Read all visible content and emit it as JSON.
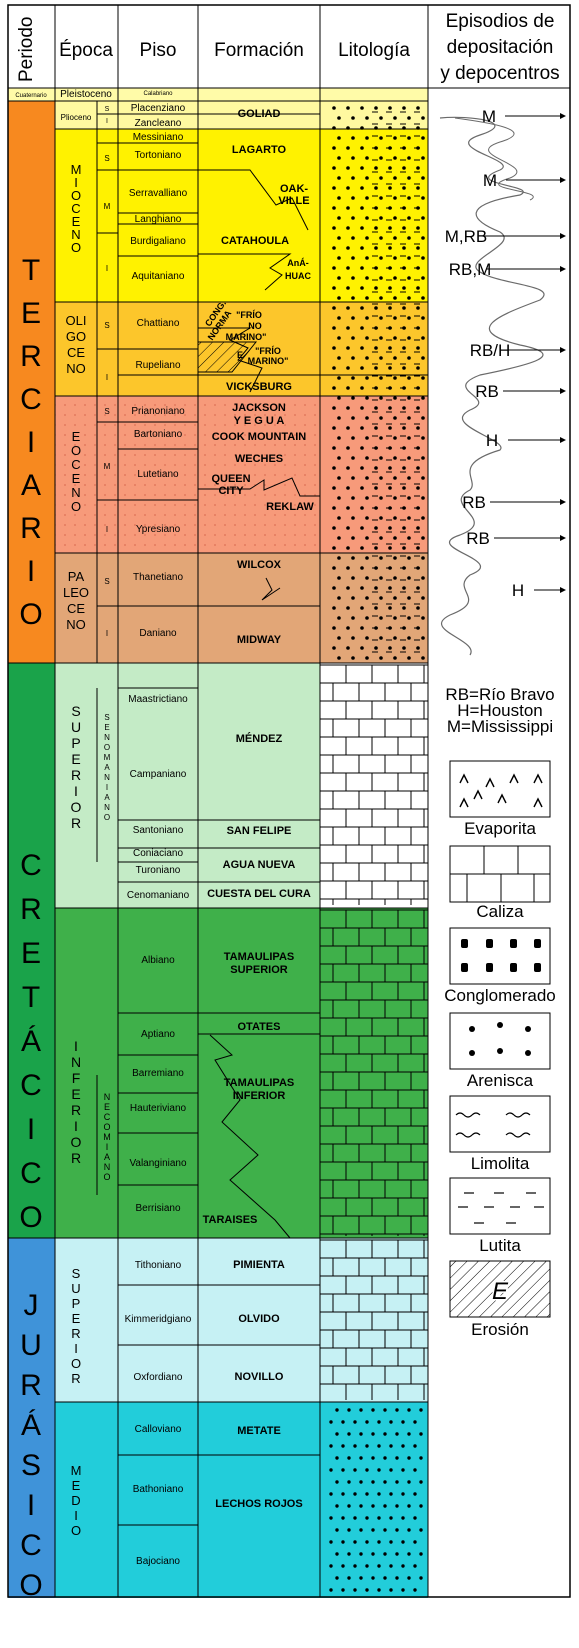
{
  "header": {
    "periodo": "Periodo",
    "epoca": "Época",
    "piso": "Piso",
    "formacion": "Formación",
    "litologia": "Litología",
    "episodios": [
      "Episodios de",
      "depositación",
      "y depocentros"
    ]
  },
  "periods": [
    "Cuaternario",
    "TERCIARIO",
    "CRETÁCICO",
    "JURÁSICO"
  ],
  "epochs": [
    "Pleistoceno",
    "Plioceno",
    "MIOCENO",
    "OLIGOCENO",
    "EOCENO",
    "PALEOCENO",
    "SUPERIOR",
    "INFERIOR",
    "SUPERIOR",
    "MEDIO"
  ],
  "subepochs": [
    "S",
    "I",
    "S",
    "M",
    "I",
    "S",
    "I",
    "S",
    "M",
    "I",
    "S",
    "I",
    "SENOMANIANO",
    "NECOMIANO"
  ],
  "pisos": [
    "Calabriano",
    "Placenziano",
    "Zancleano",
    "Messiniano",
    "Tortoniano",
    "Serravalliano",
    "Langhiano",
    "Burdigaliano",
    "Aquitaniano",
    "Chattiano",
    "Rupeliano",
    "Prianoniano",
    "Bartoniano",
    "Lutetiano",
    "Ypresiano",
    "Thanetiano",
    "Daniano",
    "Maastrictiano",
    "Campaniano",
    "Santoniano",
    "Coniaciano",
    "Turoniano",
    "Cenomaniano",
    "Albiano",
    "Aptiano",
    "Barremiano",
    "Hauteriviano",
    "Valanginiano",
    "Berrisiano",
    "Tithoniano",
    "Kimmeridgiano",
    "Oxfordiano",
    "Calloviano",
    "Bathoniano",
    "Bajociano"
  ],
  "formations": [
    "GOLIAD",
    "LAGARTO",
    "OAK-",
    "VILLE",
    "CATAHOULA",
    "AnÁ-",
    "HUAC",
    "CONG.",
    "NORMA",
    "\"FRÍO",
    "NO",
    "MARINO\"",
    "\"FRÍO",
    "MARINO\"",
    "E",
    "VICKSBURG",
    "JACKSON",
    "Y E G U A",
    "COOK MOUNTAIN",
    "WECHES",
    "QUEEN",
    "CITY",
    "REKLAW",
    "WILCOX",
    "MIDWAY",
    "MÉNDEZ",
    "SAN FELIPE",
    "AGUA NUEVA",
    "CUESTA DEL CURA",
    "TAMAULIPAS",
    "SUPERIOR",
    "OTATES",
    "TAMAULIPAS",
    "INFERIOR",
    "TARAISES",
    "PIMIENTA",
    "OLVIDO",
    "NOVILLO",
    "METATE",
    "LECHOS ROJOS"
  ],
  "episodes": [
    "M",
    "M",
    "M,RB",
    "RB,M",
    "RB/H",
    "RB",
    "H",
    "RB",
    "RB",
    "H"
  ],
  "legend": {
    "key": [
      "RB=Río Bravo",
      "H=Houston",
      "M=Mississippi"
    ],
    "items": [
      "Evaporita",
      "Caliza",
      "Conglomerado",
      "Arenisca",
      "Limolita",
      "Lutita",
      "Erosión"
    ],
    "erosion_mark": "E"
  },
  "colors": {
    "terciario": "#f7891f",
    "cretacico": "#1aa34a",
    "jurasico": "#3f93d9",
    "plioceno": "#fffba8",
    "mioceno": "#fff200",
    "oligoceno": "#fcc62b",
    "eoceno": "#f79a7a",
    "paleoceno": "#e2a677",
    "cret_superior": "#c4ebc6",
    "cret_inferior": "#3fb04a",
    "jur_superior": "#c6f1f4",
    "jur_medio": "#22cdda"
  }
}
